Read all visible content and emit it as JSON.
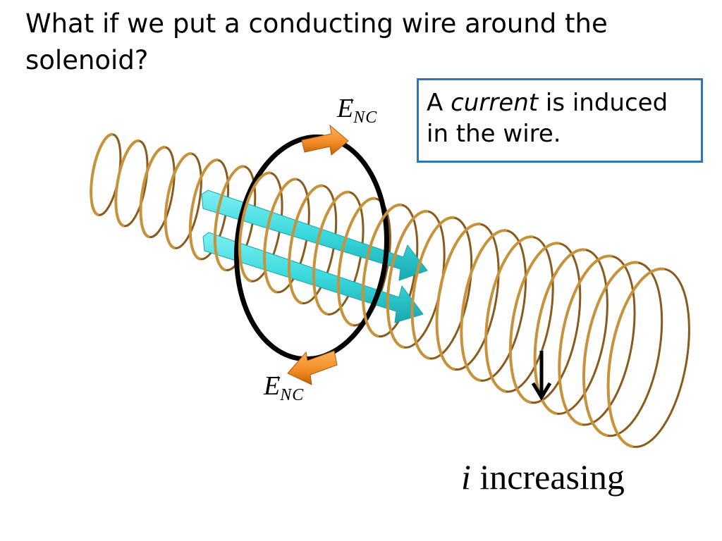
{
  "title": "What if we put a conducting wire around the solenoid?",
  "callout": {
    "prefix": "A ",
    "emphasis": "current",
    "suffix": " is induced in the wire."
  },
  "field_labels": {
    "symbol": "E",
    "subscript": "NC",
    "vector_mark": "→"
  },
  "current_label": {
    "variable": "i",
    "text": "increasing"
  },
  "colors": {
    "coil": "#c8923a",
    "coil_dark": "#8a5a1c",
    "magnetic_field_arrow": "#38d8dc",
    "electric_field_arrow": "#f08a24",
    "wire_loop": "#000000",
    "callout_border": "#2e75b6"
  },
  "icons": [
    "solenoid-coil",
    "magnetic-field-arrow",
    "electric-field-arrow",
    "wire-loop",
    "current-direction-arrow"
  ]
}
